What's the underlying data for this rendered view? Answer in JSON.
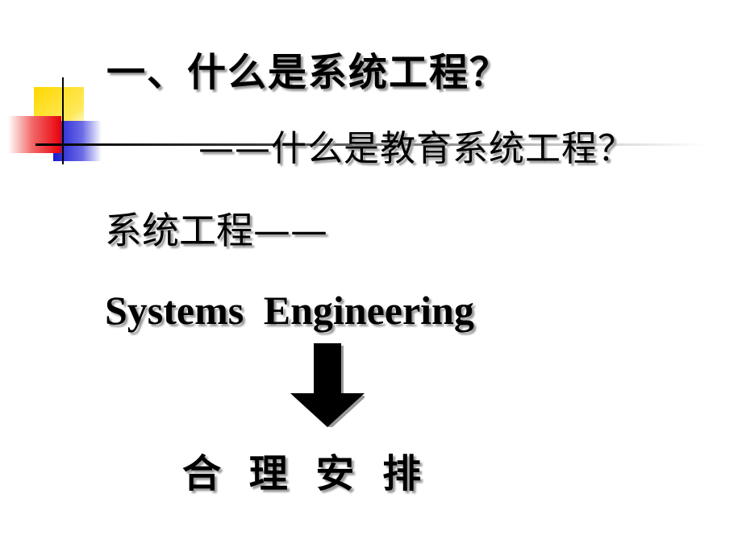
{
  "slide": {
    "title": "一、什么是系统工程？",
    "subtitle": "——什么是教育系统工程？",
    "heading": "系统工程——",
    "english_term": "Systems  Engineering",
    "result": "合 理 安  排"
  },
  "decoration": {
    "squares": [
      {
        "name": "yellow-square",
        "color": "#ffd700"
      },
      {
        "name": "red-square",
        "color": "#e8000a"
      },
      {
        "name": "blue-square",
        "color": "#1b1bd0"
      }
    ],
    "icon": "down-arrow-icon",
    "text_color": "#000000",
    "shadow_color": "#9a9a9a"
  }
}
